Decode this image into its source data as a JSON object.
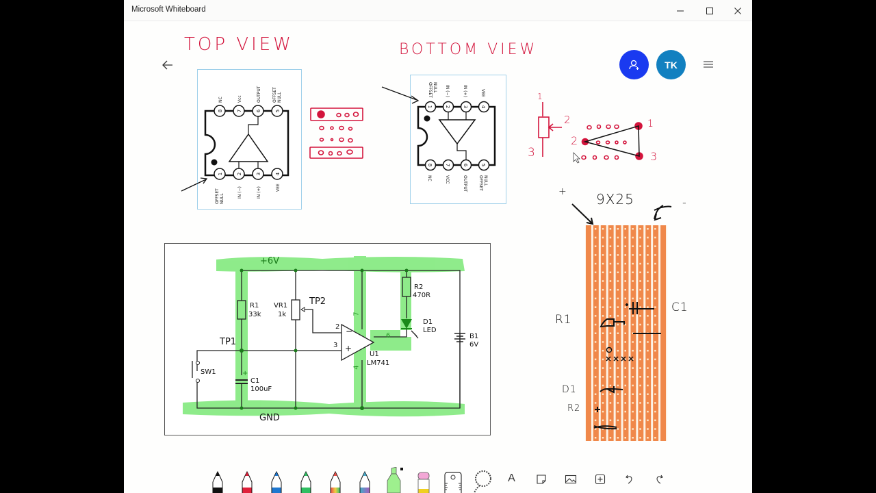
{
  "window": {
    "title": "Microsoft Whiteboard",
    "controls": {
      "minimize": "minimize",
      "maximize": "maximize",
      "close": "close"
    }
  },
  "header": {
    "back_icon": "arrow-left-icon",
    "invite_icon": "add-person-icon",
    "user_initials": "TK",
    "menu_icon": "hamburger-menu-icon",
    "colors": {
      "invite_bg": "#1a3af0",
      "avatar_bg": "#1280c0"
    }
  },
  "canvas": {
    "ink_labels": {
      "top_view": "TOP VIEW",
      "bottom_view": "BOTTOM VIEW",
      "pot_pin1": "1",
      "pot_pin2": "2",
      "pot_pin3": "3",
      "tri_pin1": "1",
      "tri_pin2": "2",
      "tri_pin3": "3",
      "board_size": "9X25",
      "plus": "+",
      "minus": "-",
      "c1": "C1",
      "r1": "R1",
      "d1": "D1",
      "r2": "R2"
    },
    "top_view_ic": {
      "pins_top": [
        {
          "num": "8",
          "label": "NC"
        },
        {
          "num": "7",
          "label": "Vcc"
        },
        {
          "num": "6",
          "label": "OUTPUT"
        },
        {
          "num": "5",
          "label": "OFFSET NULL"
        }
      ],
      "pins_bottom": [
        {
          "num": "1",
          "label": "OFFSET NULL"
        },
        {
          "num": "2",
          "label": "IN (-)"
        },
        {
          "num": "3",
          "label": "IN (+)"
        },
        {
          "num": "4",
          "label": "VEE"
        }
      ]
    },
    "bottom_view_ic": {
      "pins_top": [
        {
          "num": "1",
          "label": "OFFSET NULL"
        },
        {
          "num": "2",
          "label": "IN (-)"
        },
        {
          "num": "3",
          "label": "IN (+)"
        },
        {
          "num": "4",
          "label": "VEE"
        }
      ],
      "pins_bottom": [
        {
          "num": "8",
          "label": "NC"
        },
        {
          "num": "7",
          "label": "VCC"
        },
        {
          "num": "6",
          "label": "OUTPUT"
        },
        {
          "num": "5",
          "label": "OFFSET NULL"
        }
      ]
    },
    "schematic": {
      "supply": "+6V",
      "ground": "GND",
      "tp1": "TP1",
      "tp2": "TP2",
      "r1_name": "R1",
      "r1_value": "33k",
      "vr1_name": "VR1",
      "vr1_value": "1k",
      "r2_name": "R2",
      "r2_value": "470R",
      "d1_name": "D1",
      "d1_value": "LED",
      "b1_name": "B1",
      "b1_value": "6V",
      "u1_name": "U1",
      "u1_value": "LM741",
      "sw1_name": "SW1",
      "c1_name": "C1",
      "c1_value": "100uF",
      "pin2": "2",
      "pin3": "3",
      "pin4": "4",
      "pin6": "6",
      "pin7": "7",
      "minus_sign": "−",
      "plus_sign": "+",
      "cap_plus": "+",
      "highlight_color": "#5fe35a"
    },
    "stripboard": {
      "strips": 9,
      "rows": 25,
      "strip_color": "#f0884a"
    }
  },
  "toolbar": {
    "tools": [
      {
        "name": "pen-black",
        "color": "#111111"
      },
      {
        "name": "pen-red",
        "color": "#e0203a"
      },
      {
        "name": "pen-blue",
        "color": "#1f78d0"
      },
      {
        "name": "pen-green",
        "color": "#2fbf62"
      },
      {
        "name": "pen-rainbow",
        "color": "#e8504a"
      },
      {
        "name": "pen-galaxy",
        "color": "#4aa9c8"
      },
      {
        "name": "highlighter",
        "color": "#9ef08e"
      },
      {
        "name": "eraser",
        "color": "#f3a7d6"
      },
      {
        "name": "ruler"
      },
      {
        "name": "lasso-select"
      },
      {
        "name": "text",
        "label": "A"
      },
      {
        "name": "sticky-note"
      },
      {
        "name": "insert-image"
      },
      {
        "name": "add-content"
      },
      {
        "name": "undo"
      },
      {
        "name": "redo"
      }
    ]
  }
}
